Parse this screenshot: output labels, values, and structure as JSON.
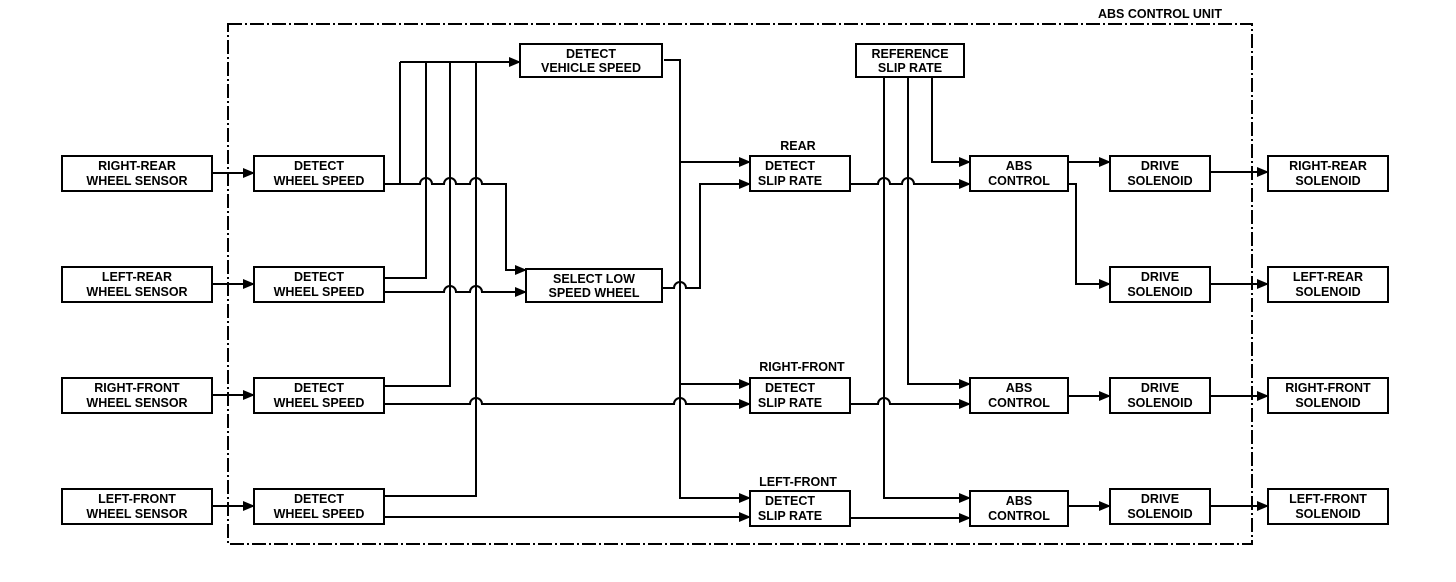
{
  "unit_label": "ABS CONTROL UNIT",
  "sensors": [
    {
      "id": "rr",
      "line1": "RIGHT-REAR",
      "line2": "WHEEL SENSOR"
    },
    {
      "id": "lr",
      "line1": "LEFT-REAR",
      "line2": "WHEEL SENSOR"
    },
    {
      "id": "rf",
      "line1": "RIGHT-FRONT",
      "line2": "WHEEL SENSOR"
    },
    {
      "id": "lf",
      "line1": "LEFT-FRONT",
      "line2": "WHEEL SENSOR"
    }
  ],
  "wheel_speed": {
    "line1": "DETECT",
    "line2": "WHEEL SPEED"
  },
  "vehicle_speed": {
    "line1": "DETECT",
    "line2": "VEHICLE SPEED"
  },
  "select_low": {
    "line1": "SELECT LOW",
    "line2": "SPEED WHEEL"
  },
  "reference": {
    "line1": "REFERENCE",
    "line2": "SLIP RATE"
  },
  "slip_rate": {
    "line1": "DETECT",
    "line2": "SLIP RATE"
  },
  "slip_labels": {
    "rear": "REAR",
    "rf": "RIGHT-FRONT",
    "lf": "LEFT-FRONT"
  },
  "abs_control": {
    "line1": "ABS",
    "line2": "CONTROL"
  },
  "drive": {
    "line1": "DRIVE",
    "line2": "SOLENOID"
  },
  "solenoids": [
    {
      "id": "rr",
      "line1": "RIGHT-REAR",
      "line2": "SOLENOID"
    },
    {
      "id": "lr",
      "line1": "LEFT-REAR",
      "line2": "SOLENOID"
    },
    {
      "id": "rf",
      "line1": "RIGHT-FRONT",
      "line2": "SOLENOID"
    },
    {
      "id": "lf",
      "line1": "LEFT-FRONT",
      "line2": "SOLENOID"
    }
  ]
}
